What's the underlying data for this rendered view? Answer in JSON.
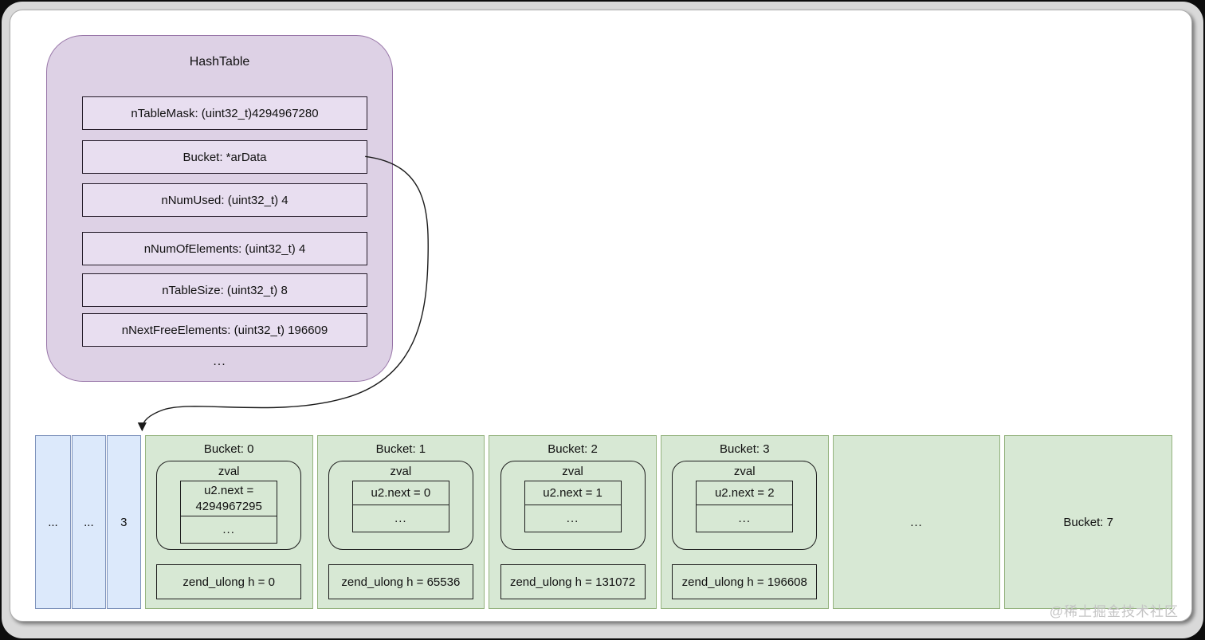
{
  "colors": {
    "purple_fill": "#ddd1e5",
    "purple_field_fill": "#e8def0",
    "purple_border": "#9673a6",
    "blue_fill": "#dce9fb",
    "blue_border": "#7d92bb",
    "green_fill": "#d7e8d4",
    "green_border": "#94b37e",
    "line": "#1a1a1a"
  },
  "hashtable": {
    "title": "HashTable",
    "fields": [
      "nTableMask: (uint32_t)4294967280",
      "Bucket: *arData",
      "nNumUsed: (uint32_t) 4",
      "nNumOfElements: (uint32_t) 4",
      "nTableSize: (uint32_t) 8",
      "nNextFreeElements: (uint32_t) 196609"
    ],
    "ellipsis": "..."
  },
  "array_row": {
    "index_cells": [
      "...",
      "...",
      "3"
    ],
    "buckets": [
      {
        "label": "Bucket: 0",
        "zval_title": "zval",
        "u2_next": "u2.next = 4294967295",
        "dots": "...",
        "hash": "zend_ulong h = 0"
      },
      {
        "label": "Bucket: 1",
        "zval_title": "zval",
        "u2_next": "u2.next = 0",
        "dots": "...",
        "hash": "zend_ulong h = 65536"
      },
      {
        "label": "Bucket: 2",
        "zval_title": "zval",
        "u2_next": "u2.next = 1",
        "dots": "...",
        "hash": "zend_ulong h = 131072"
      },
      {
        "label": "Bucket: 3",
        "zval_title": "zval",
        "u2_next": "u2.next = 2",
        "dots": "...",
        "hash": "zend_ulong h = 196608"
      }
    ],
    "ellipsis_cell": "...",
    "last_bucket_label": "Bucket: 7"
  },
  "watermark": "@稀土掘金技术社区"
}
